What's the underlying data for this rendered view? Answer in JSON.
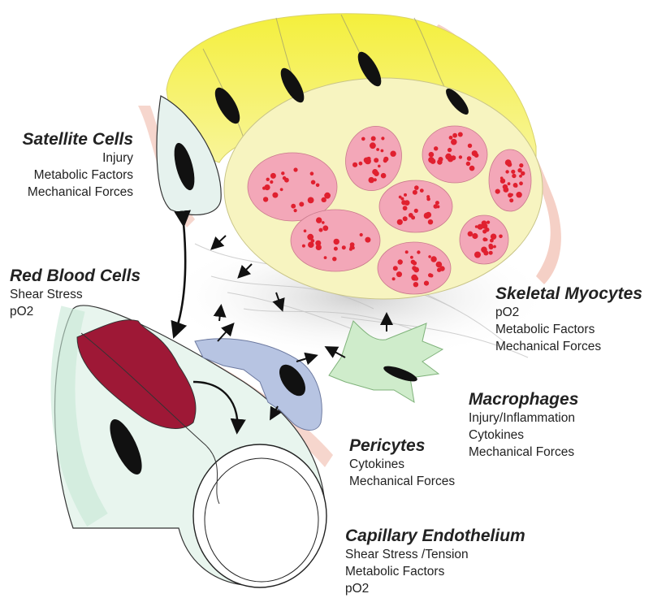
{
  "labels": {
    "satellite": {
      "title": "Satellite Cells",
      "items": [
        "Injury",
        "Metabolic Factors",
        "Mechanical Forces"
      ]
    },
    "rbc": {
      "title": "Red Blood Cells",
      "items": [
        "Shear Stress",
        "pO2"
      ]
    },
    "myocytes": {
      "title": "Skeletal Myocytes",
      "items": [
        "pO2",
        "Metabolic Factors",
        "Mechanical Forces"
      ]
    },
    "macrophages": {
      "title": "Macrophages",
      "items": [
        "Injury/Inflammation",
        "Cytokines",
        "Mechanical Forces"
      ]
    },
    "pericytes": {
      "title": "Pericytes",
      "items": [
        "Cytokines",
        "Mechanical Forces"
      ]
    },
    "endothelium": {
      "title": "Capillary Endothelium",
      "items": [
        "Shear Stress /Tension",
        "Metabolic Factors",
        "pO2"
      ]
    }
  },
  "colors": {
    "muscle_yellow": "#f2ee5a",
    "muscle_cross": "#f7f4c0",
    "fiber_pink": "#f3a7b8",
    "fiber_dot": "#e0202f",
    "satellite_fill": "#e6f2ee",
    "capillary_fill": "#e8f5ee",
    "rbc_fill": "#9e1836",
    "pericyte_fill": "#b7c4e2",
    "macrophage_fill": "#cfeccb",
    "ecm_gray": "#d9d9d9",
    "tissue_pink": "#f2c4b8",
    "nucleus": "#111111"
  },
  "icons": [
    "arrow-icon"
  ]
}
